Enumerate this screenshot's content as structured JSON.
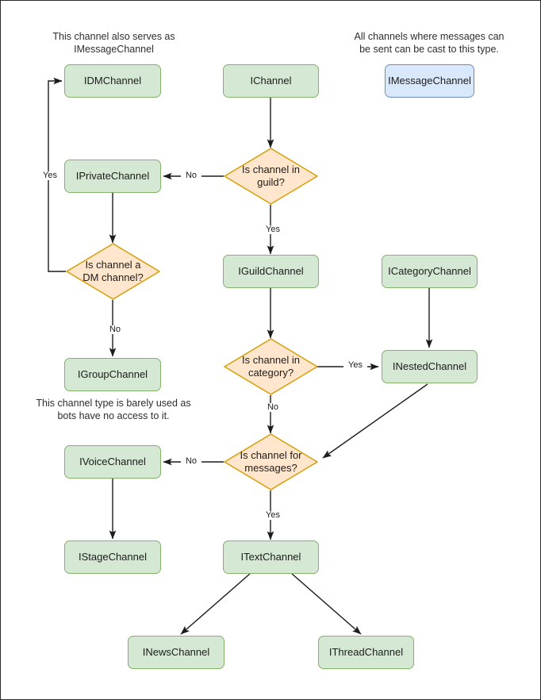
{
  "diagram": {
    "title": "Discord channel interface type decision flowchart",
    "colors": {
      "green_fill": "#d5e8d4",
      "green_stroke": "#82b366",
      "blue_fill": "#dae8fc",
      "blue_stroke": "#6c8ebf",
      "diamond_fill": "#ffe6cc",
      "diamond_stroke": "#d79b00",
      "edge_stroke": "#1c1c1c",
      "page_border": "#2b2b2b"
    },
    "notes": [
      {
        "id": "note-dm",
        "text": "This channel also serves as\nIMessageChannel"
      },
      {
        "id": "note-message",
        "text": "All channels where messages can\nbe sent can be cast to this type."
      },
      {
        "id": "note-group",
        "text": "This channel type is barely used as\nbots have no access to it."
      }
    ],
    "nodes": [
      {
        "id": "idmchannel",
        "label": "IDMChannel",
        "shape": "box",
        "color": "green"
      },
      {
        "id": "ichannel",
        "label": "IChannel",
        "shape": "box",
        "color": "green"
      },
      {
        "id": "imessagechannel",
        "label": "IMessageChannel",
        "shape": "box",
        "color": "blue"
      },
      {
        "id": "iprivatechannel",
        "label": "IPrivateChannel",
        "shape": "box",
        "color": "green"
      },
      {
        "id": "decision-guild",
        "label": "Is channel in\nguild?",
        "shape": "diamond"
      },
      {
        "id": "decision-dm",
        "label": "Is channel a\nDM channel?",
        "shape": "diamond"
      },
      {
        "id": "iguildchannel",
        "label": "IGuildChannel",
        "shape": "box",
        "color": "green"
      },
      {
        "id": "icategorychannel",
        "label": "ICategoryChannel",
        "shape": "box",
        "color": "green"
      },
      {
        "id": "igroupchannel",
        "label": "IGroupChannel",
        "shape": "box",
        "color": "green"
      },
      {
        "id": "decision-category",
        "label": "Is channel in\ncategory?",
        "shape": "diamond"
      },
      {
        "id": "inestedchannel",
        "label": "INestedChannel",
        "shape": "box",
        "color": "green"
      },
      {
        "id": "ivoicechannel",
        "label": "IVoiceChannel",
        "shape": "box",
        "color": "green"
      },
      {
        "id": "decision-messages",
        "label": "Is channel for\nmessages?",
        "shape": "diamond"
      },
      {
        "id": "istagechannel",
        "label": "IStageChannel",
        "shape": "box",
        "color": "green"
      },
      {
        "id": "itextchannel",
        "label": "ITextChannel",
        "shape": "box",
        "color": "green"
      },
      {
        "id": "inewschannel",
        "label": "INewsChannel",
        "shape": "box",
        "color": "green"
      },
      {
        "id": "ithreadchannel",
        "label": "IThreadChannel",
        "shape": "box",
        "color": "green"
      }
    ],
    "edge_labels": [
      {
        "id": "edge-label-guild-no",
        "text": "No"
      },
      {
        "id": "edge-label-guild-yes",
        "text": "Yes"
      },
      {
        "id": "edge-label-dm-yes",
        "text": "Yes"
      },
      {
        "id": "edge-label-dm-no",
        "text": "No"
      },
      {
        "id": "edge-label-category-yes",
        "text": "Yes"
      },
      {
        "id": "edge-label-category-no",
        "text": "No"
      },
      {
        "id": "edge-label-messages-no",
        "text": "No"
      },
      {
        "id": "edge-label-messages-yes",
        "text": "Yes"
      }
    ],
    "edges": [
      {
        "from": "ichannel",
        "to": "decision-guild",
        "label": ""
      },
      {
        "from": "decision-guild",
        "to": "iprivatechannel",
        "label": "No"
      },
      {
        "from": "decision-guild",
        "to": "iguildchannel",
        "label": "Yes"
      },
      {
        "from": "iprivatechannel",
        "to": "decision-dm",
        "label": ""
      },
      {
        "from": "decision-dm",
        "to": "idmchannel",
        "label": "Yes"
      },
      {
        "from": "decision-dm",
        "to": "igroupchannel",
        "label": "No"
      },
      {
        "from": "iguildchannel",
        "to": "decision-category",
        "label": ""
      },
      {
        "from": "decision-category",
        "to": "inestedchannel",
        "label": "Yes"
      },
      {
        "from": "decision-category",
        "to": "decision-messages",
        "label": "No"
      },
      {
        "from": "icategorychannel",
        "to": "inestedchannel",
        "label": ""
      },
      {
        "from": "inestedchannel",
        "to": "decision-messages",
        "label": ""
      },
      {
        "from": "decision-messages",
        "to": "ivoicechannel",
        "label": "No"
      },
      {
        "from": "decision-messages",
        "to": "itextchannel",
        "label": "Yes"
      },
      {
        "from": "ivoicechannel",
        "to": "istagechannel",
        "label": ""
      },
      {
        "from": "itextchannel",
        "to": "inewschannel",
        "label": ""
      },
      {
        "from": "itextchannel",
        "to": "ithreadchannel",
        "label": ""
      }
    ]
  }
}
